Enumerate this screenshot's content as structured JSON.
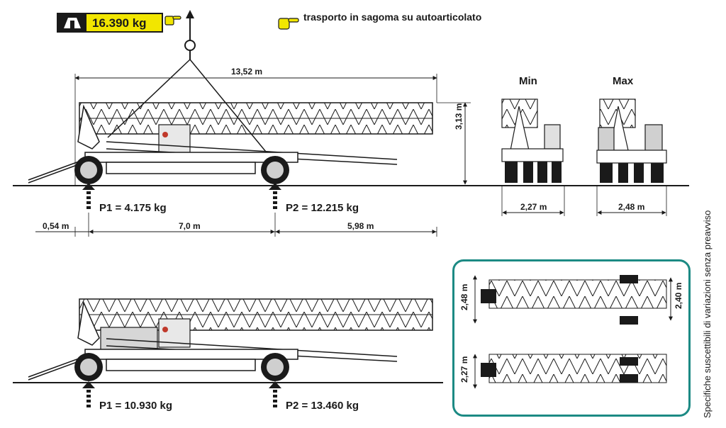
{
  "weight_badge": {
    "value": "16.390 kg",
    "icon": "crane-weight-icon",
    "pointer_icon": "pointing-hand-icon"
  },
  "transport_note": {
    "text": "trasporto in sagoma su autoarticolato",
    "icon": "pointing-hand-icon"
  },
  "top_view": {
    "overall_length": "13,52 m",
    "height": "3,13 m",
    "axle_loads": {
      "p1": "P1 = 4.175 kg",
      "p2": "P2 = 12.215 kg"
    },
    "bottom_dims": {
      "left": "0,54 m",
      "middle": "7,0 m",
      "right": "5,98 m"
    }
  },
  "end_views": {
    "min": {
      "title": "Min",
      "width": "2,27 m"
    },
    "max": {
      "title": "Max",
      "width": "2,48 m"
    }
  },
  "bottom_view": {
    "axle_loads": {
      "p1": "P1 = 10.930 kg",
      "p2": "P2 = 13.460 kg"
    }
  },
  "inset": {
    "top_plan": {
      "left_dim": "2,48 m",
      "right_dim": "2,40 m"
    },
    "bottom_plan": {
      "left_dim": "2,27 m"
    },
    "border_color": "#1c8a84"
  },
  "side_note": "Specifiche suscettibili di variazioni senza preavviso",
  "colors": {
    "badge_yellow": "#f2e600",
    "ink": "#1a1a1a",
    "wheel_gray": "#cfcfcf"
  }
}
